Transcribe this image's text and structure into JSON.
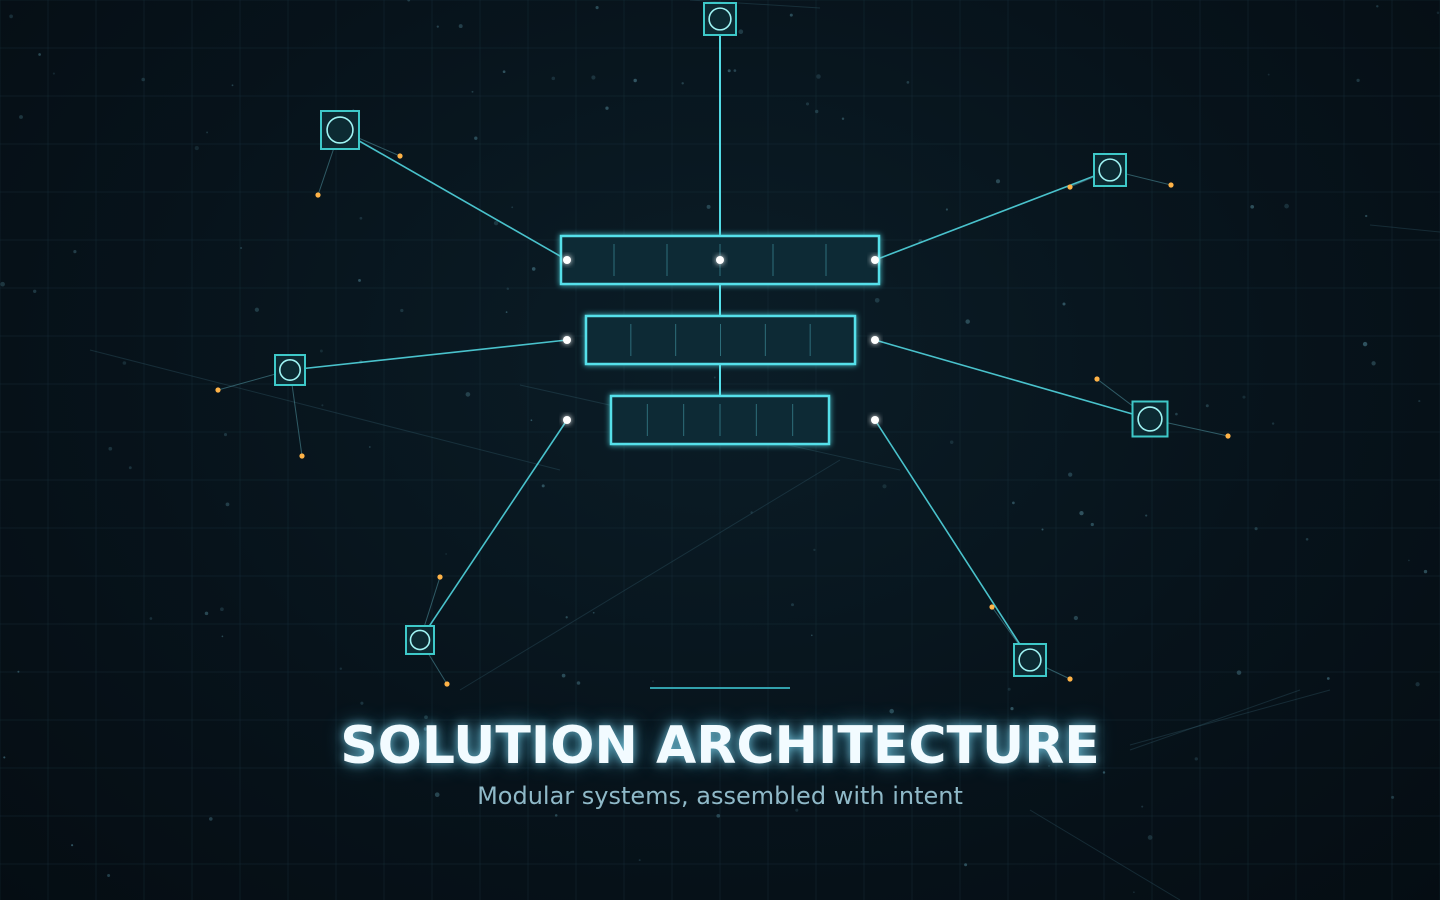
{
  "title": "SOLUTION ARCHITECTURE",
  "subtitle": "Modular systems, assembled with intent",
  "colors": {
    "background": "#06121a",
    "accent": "#55e0ea",
    "node": "#3ec9c9",
    "highlight": "#ffb347"
  },
  "diagram": {
    "modules": [
      {
        "name": "top-module",
        "segments": 6
      },
      {
        "name": "middle-module",
        "segments": 6
      },
      {
        "name": "bottom-module",
        "segments": 6
      }
    ],
    "nodes": [
      {
        "name": "node-top"
      },
      {
        "name": "node-upper-left"
      },
      {
        "name": "node-upper-right"
      },
      {
        "name": "node-mid-left"
      },
      {
        "name": "node-mid-right"
      },
      {
        "name": "node-lower-left"
      },
      {
        "name": "node-lower-right"
      }
    ]
  }
}
